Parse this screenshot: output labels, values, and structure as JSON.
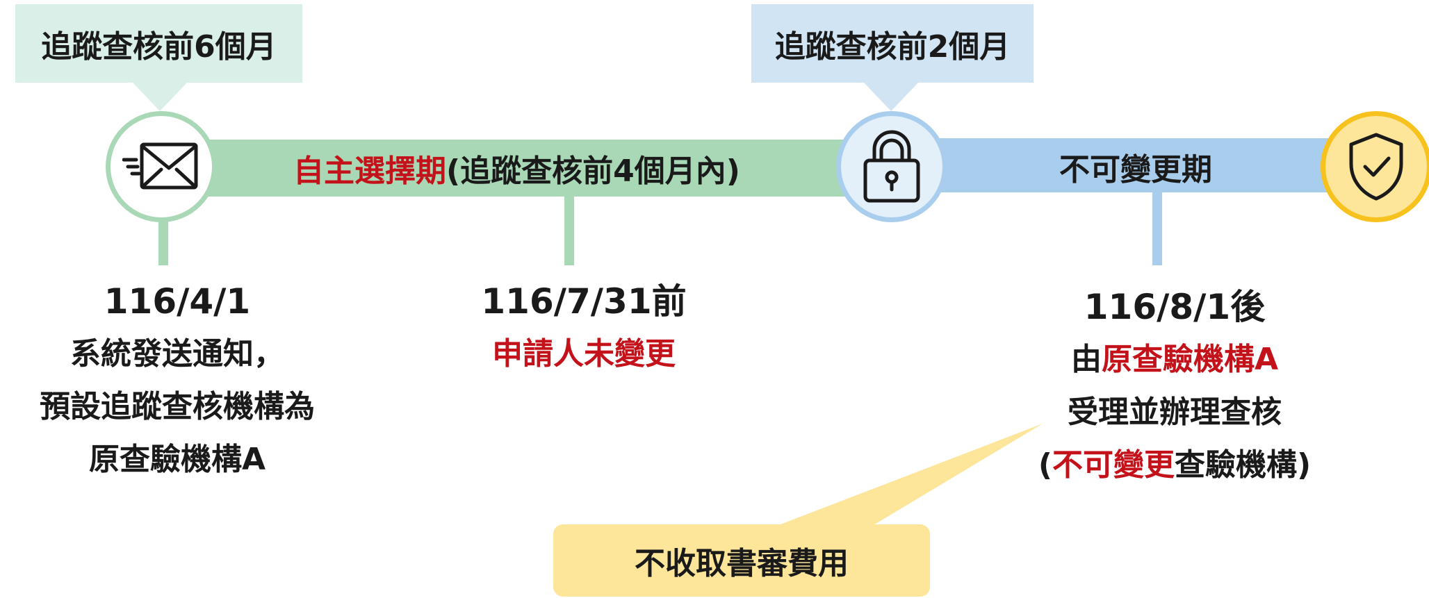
{
  "callouts": {
    "six_months": "追蹤查核前6個月",
    "two_months": "追蹤查核前2個月",
    "fee": "不收取書審費用"
  },
  "bands": {
    "selection": {
      "highlight": "自主選擇期",
      "rest": " (追蹤查核前4個月內)"
    },
    "locked": "不可變更期"
  },
  "icons": {
    "start": "envelope-icon",
    "middle": "padlock-icon",
    "end": "shield-check-icon"
  },
  "milestones": {
    "notice": {
      "date": "116/4/1",
      "line1": "系統發送通知，",
      "line2": "預設追蹤查核機構為",
      "line3": "原查驗機構A"
    },
    "deadline": {
      "date": "116/7/31前",
      "line1": "申請人未變更"
    },
    "after": {
      "date": "116/8/1後",
      "line1_prefix": "由",
      "line1_highlight": "原查驗機構A",
      "line2": "受理並辦理查核",
      "line3_open": "(",
      "line3_highlight": "不可變更",
      "line3_rest": "查驗機構)"
    }
  },
  "colors": {
    "green_band": "#a8d8b5",
    "green_callout": "#d9efe8",
    "blue_band": "#a9ceed",
    "blue_callout": "#d1e4f3",
    "yellow_callout": "#fde599",
    "shield_ring": "#f7c21d",
    "highlight_red": "#c4121a"
  }
}
